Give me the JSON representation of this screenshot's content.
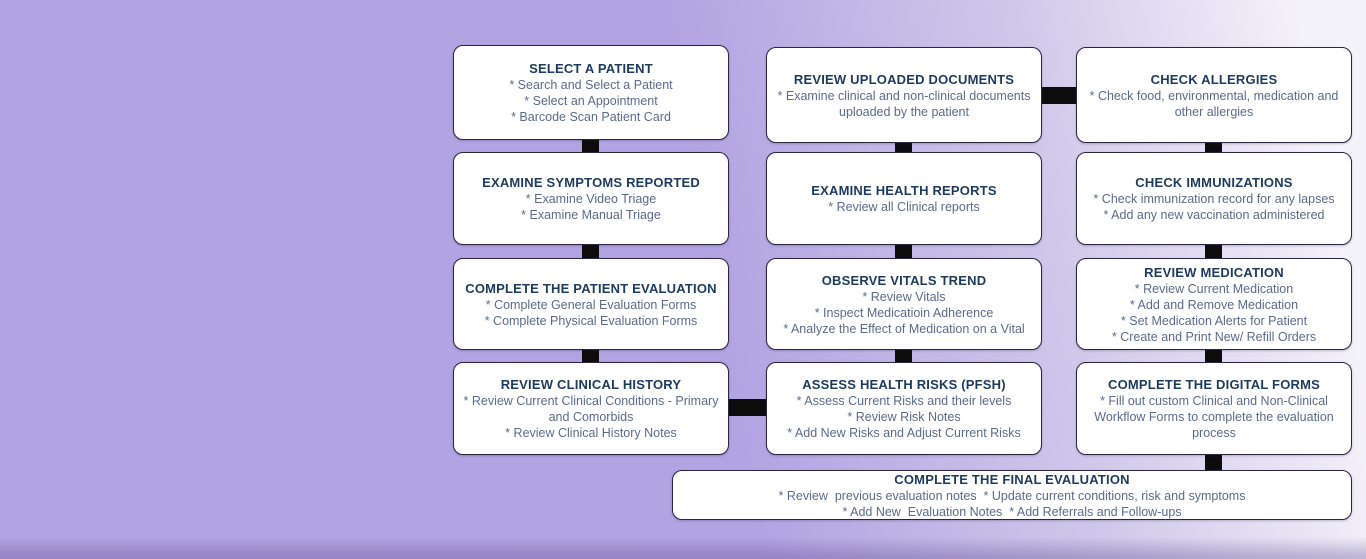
{
  "theme": {
    "bg-purple": "#b2a3e2",
    "bg-fade": "#d0c8ea",
    "bg-white": "#f5f3fa",
    "connector": "#0c0c0c",
    "box-border": "#2b2542",
    "title-color": "#1e3a5f",
    "body-color": "#5c6b88"
  },
  "boxes": [
    {
      "title": "SELECT A PATIENT",
      "items": [
        "* Search and Select a Patient",
        "* Select an Appointment",
        "* Barcode Scan Patient Card"
      ]
    },
    {
      "title": "REVIEW UPLOADED DOCUMENTS",
      "items": [
        "* Examine clinical and non-clinical documents uploaded by the patient"
      ]
    },
    {
      "title": "CHECK ALLERGIES",
      "items": [
        "* Check food, environmental, medication and other allergies"
      ]
    },
    {
      "title": "EXAMINE SYMPTOMS REPORTED",
      "items": [
        "* Examine Video Triage",
        "* Examine Manual Triage"
      ]
    },
    {
      "title": "EXAMINE HEALTH REPORTS",
      "items": [
        "* Review all Clinical reports"
      ]
    },
    {
      "title": "CHECK IMMUNIZATIONS",
      "items": [
        "* Check immunization record for any lapses",
        "* Add any new vaccination administered"
      ]
    },
    {
      "title": "COMPLETE THE PATIENT EVALUATION",
      "items": [
        "* Complete General Evaluation Forms",
        "* Complete Physical Evaluation Forms"
      ]
    },
    {
      "title": "OBSERVE VITALS TREND",
      "items": [
        "* Review Vitals",
        "* Inspect Medicatioin Adherence",
        "* Analyze the Effect of Medication on a Vital"
      ]
    },
    {
      "title": "REVIEW MEDICATION",
      "items": [
        "* Review Current Medication",
        "* Add and Remove Medication",
        "* Set Medication Alerts for Patient",
        "* Create and Print New/ Refill Orders"
      ]
    },
    {
      "title": "REVIEW CLINICAL HISTORY",
      "items": [
        "* Review Current Clinical Conditions - Primary and Comorbids",
        "* Review Clinical History Notes"
      ]
    },
    {
      "title": "ASSESS HEALTH RISKS (PFSH)",
      "items": [
        "* Assess Current Risks and their levels",
        "* Review Risk Notes",
        "* Add New Risks and Adjust Current Risks"
      ]
    },
    {
      "title": "COMPLETE THE DIGITAL FORMS",
      "items": [
        "* Fill out custom Clinical and Non-Clinical Workflow Forms to complete the evaluation process"
      ]
    },
    {
      "title": "COMPLETE THE FINAL EVALUATION",
      "items": [
        "* Review  previous evaluation notes  * Update current conditions, risk and symptoms",
        "* Add New  Evaluation Notes  * Add Referrals and Follow-ups"
      ]
    }
  ]
}
